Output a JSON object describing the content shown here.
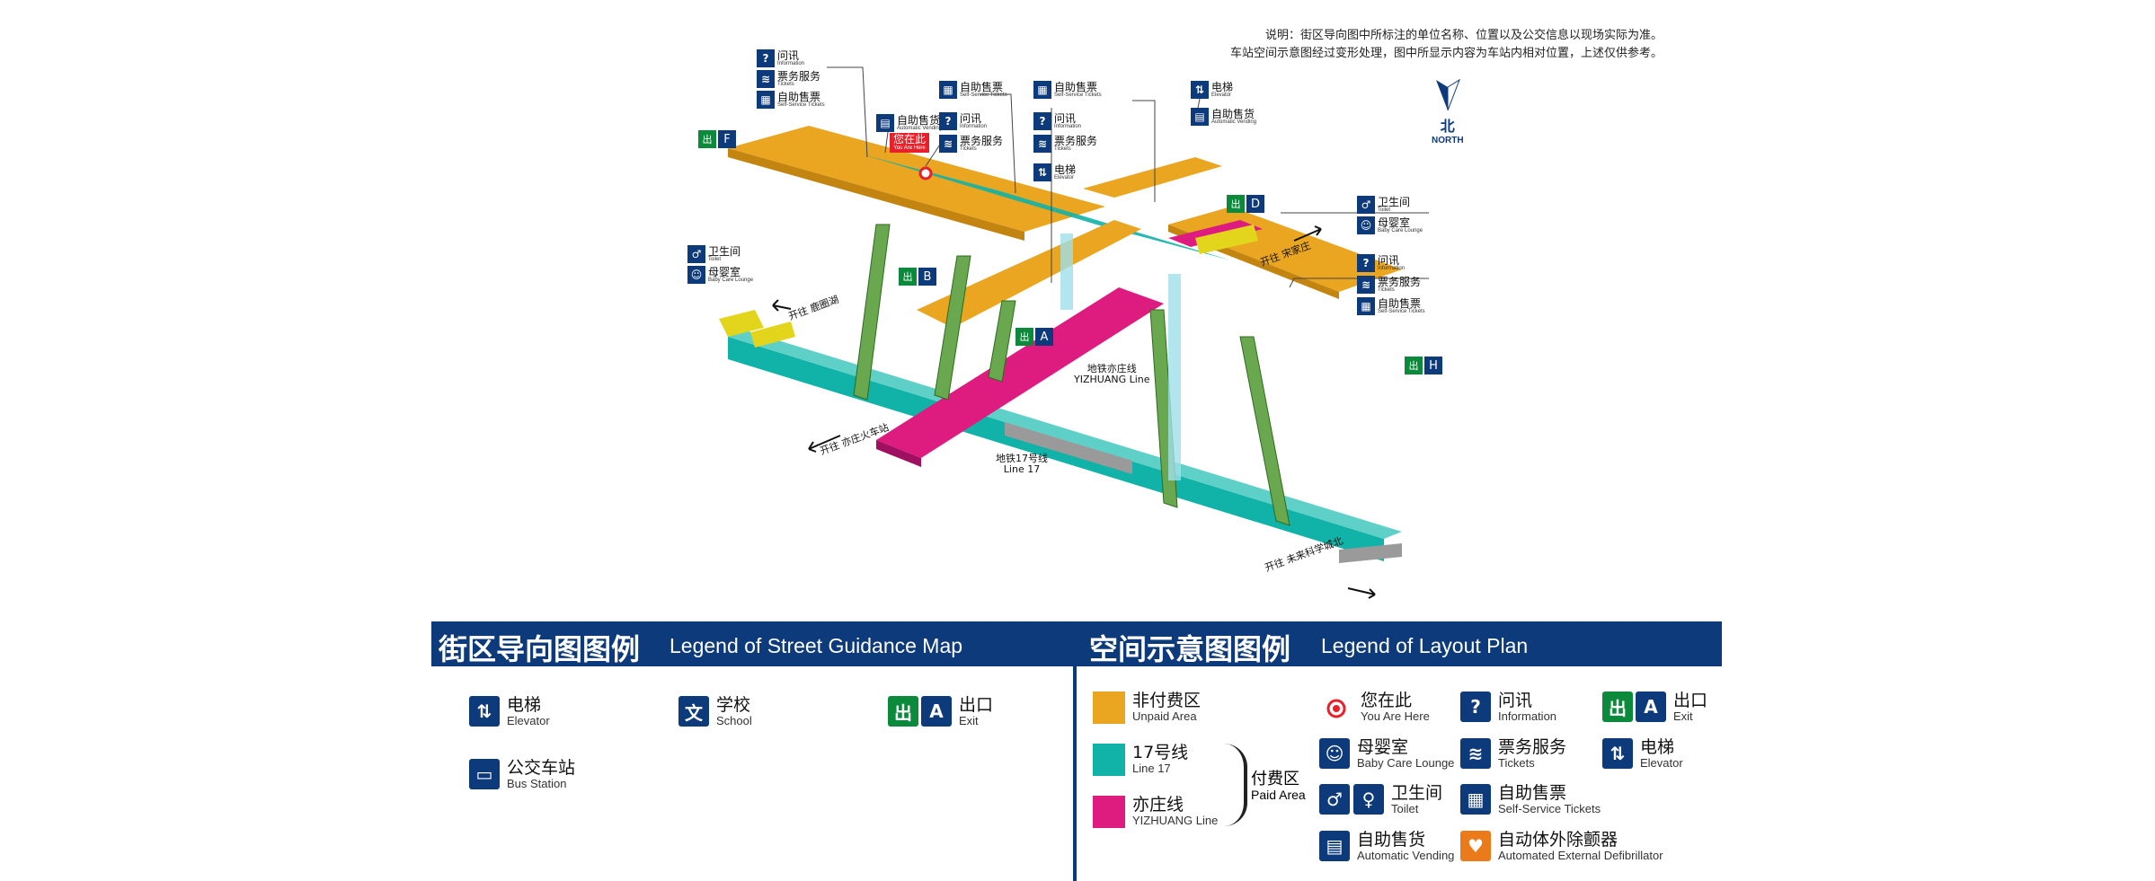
{
  "notes": {
    "line1": "说明：街区导向图中所标注的单位名称、位置以及公交信息以现场实际为准。",
    "line2": "车站空间示意图经过变形处理，图中所显示内容为车站内相对位置，上述仅供参考。"
  },
  "north": {
    "zh": "北",
    "en": "NORTH"
  },
  "you_are_here": {
    "zh": "您在此",
    "en": "You Are Here"
  },
  "exits": {
    "A": "A",
    "B": "B",
    "D": "D",
    "F": "F",
    "H": "H"
  },
  "exit_glyph": "出",
  "lines": {
    "line17_zh": "地铁17号线",
    "line17_en": "Line 17",
    "yz_zh": "地铁亦庄线",
    "yz_en": "YIZHUANG Line"
  },
  "directions": {
    "d1": "开往 鹿圈湖",
    "d2": "开往 亦庄火车站",
    "d3": "开往 宋家庄",
    "d4": "开往 未来科学城北"
  },
  "callouts": {
    "info": {
      "zh": "问讯",
      "en": "Information"
    },
    "tickets": {
      "zh": "票务服务",
      "en": "Tickets"
    },
    "self_tickets": {
      "zh": "自助售票",
      "en": "Self-Service Tickets"
    },
    "vending": {
      "zh": "自助售货",
      "en": "Automatic Vending"
    },
    "elevator": {
      "zh": "电梯",
      "en": "Elevator"
    },
    "toilet": {
      "zh": "卫生间",
      "en": "Toilet"
    },
    "baby": {
      "zh": "母婴室",
      "en": "Baby Care Lounge"
    }
  },
  "legend_street": {
    "title_zh": "街区导向图图例",
    "title_en": "Legend of Street Guidance Map",
    "items": {
      "elevator": {
        "zh": "电梯",
        "en": "Elevator"
      },
      "school": {
        "zh": "学校",
        "en": "School"
      },
      "exit": {
        "zh": "出口",
        "en": "Exit"
      },
      "bus": {
        "zh": "公交车站",
        "en": "Bus Station"
      }
    },
    "school_glyph": "文",
    "exit_letter": "A"
  },
  "legend_layout": {
    "title_zh": "空间示意图图例",
    "title_en": "Legend of Layout Plan",
    "unpaid": {
      "zh": "非付费区",
      "en": "Unpaid Area"
    },
    "line17": {
      "zh": "17号线",
      "en": "Line 17"
    },
    "yizhuang": {
      "zh": "亦庄线",
      "en": "YIZHUANG Line"
    },
    "paid": {
      "zh": "付费区",
      "en": "Paid Area"
    },
    "here": {
      "zh": "您在此",
      "en": "You Are Here"
    },
    "info": {
      "zh": "问讯",
      "en": "Information"
    },
    "exit": {
      "zh": "出口",
      "en": "Exit"
    },
    "baby": {
      "zh": "母婴室",
      "en": "Baby Care Lounge"
    },
    "tickets": {
      "zh": "票务服务",
      "en": "Tickets"
    },
    "elevator": {
      "zh": "电梯",
      "en": "Elevator"
    },
    "toilet": {
      "zh": "卫生间",
      "en": "Toilet"
    },
    "self_tickets": {
      "zh": "自助售票",
      "en": "Self-Service Tickets"
    },
    "vending": {
      "zh": "自助售货",
      "en": "Automatic Vending"
    },
    "aed": {
      "zh": "自动体外除颤器",
      "en": "Automated External Defibrillator"
    },
    "exit_letter": "A"
  },
  "colors": {
    "unpaid": "#eaa521",
    "line17": "#11b2a8",
    "yizhuang": "#de1b7f",
    "brand": "#0d3a7a",
    "exit_green": "#0a8a3a"
  }
}
